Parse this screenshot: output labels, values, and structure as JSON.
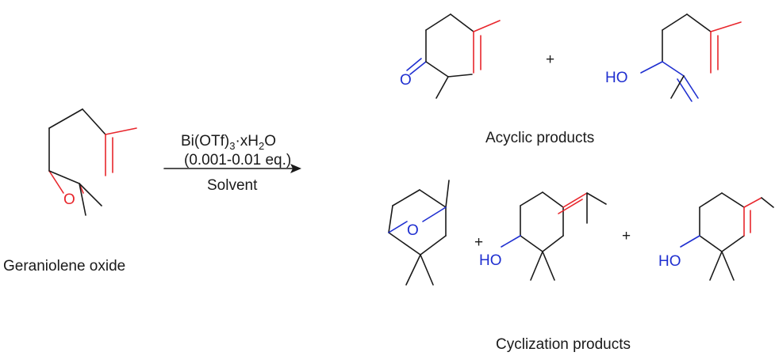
{
  "reactant": {
    "name": "Geraniolene oxide",
    "oxygen": "O"
  },
  "conditions": {
    "reagent_base": "Bi(OTf)",
    "reagent_sub": "3",
    "reagent_mid": "·xH",
    "reagent_sub2": "2",
    "reagent_end": "O",
    "amount": "(0.001-0.01 eq.)",
    "solvent": "Solvent"
  },
  "acyclic": {
    "label": "Acyclic products",
    "ketone_oxygen": "O",
    "alcohol_group": "HO",
    "plus": "+"
  },
  "cyclization": {
    "label": "Cyclization products",
    "ether_oxygen": "O",
    "alcohol1_group": "HO",
    "alcohol2_group": "HO",
    "plus1": "+",
    "plus2": "+"
  },
  "colors": {
    "bond": "#1a1a1a",
    "highlight_red": "#e8262c",
    "highlight_blue": "#1f2fd0"
  }
}
